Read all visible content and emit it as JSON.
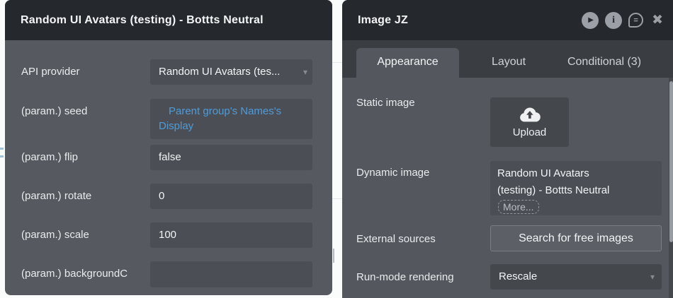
{
  "left_panel": {
    "title": "Random UI Avatars (testing) - Bottts Neutral",
    "fields": [
      {
        "label": "API provider",
        "value": "Random UI Avatars (tes...",
        "type": "dropdown"
      },
      {
        "label": "(param.) seed",
        "value": "Parent group's Names's Display",
        "type": "dynamic-expression"
      },
      {
        "label": "(param.) flip",
        "value": "false",
        "type": "text"
      },
      {
        "label": "(param.) rotate",
        "value": "0",
        "type": "text"
      },
      {
        "label": "(param.) scale",
        "value": "100",
        "type": "text"
      },
      {
        "label": "(param.) backgroundC",
        "value": "",
        "type": "text"
      }
    ]
  },
  "right_panel": {
    "title": "Image JZ",
    "header_icons": [
      {
        "name": "play-icon",
        "glyph": "▶"
      },
      {
        "name": "info-icon",
        "glyph": "i"
      },
      {
        "name": "comment-icon",
        "glyph": "="
      },
      {
        "name": "close-icon",
        "glyph": "✖"
      }
    ],
    "tabs": [
      {
        "label": "Appearance",
        "active": true
      },
      {
        "label": "Layout",
        "active": false
      },
      {
        "label": "Conditional (3)",
        "active": false
      }
    ],
    "sections": {
      "static_image": {
        "label": "Static image",
        "upload_label": "Upload"
      },
      "dynamic_image": {
        "label": "Dynamic image",
        "value": "Random UI Avatars (testing) - Bottts Neutral",
        "more_label": "More..."
      },
      "external_sources": {
        "label": "External sources",
        "button_label": "Search for free images"
      },
      "run_mode": {
        "label": "Run-mode rendering",
        "value": "Rescale"
      }
    }
  },
  "colors": {
    "header_bg": "#25292d",
    "panel_bg": "#565a60",
    "field_bg": "#4b4f55",
    "control_bg": "#44484d",
    "tabbar_bg": "#3a3e43",
    "accent_blue": "#4f9bd8",
    "icon_gray": "#9aa0a6",
    "page_bg": "#fafbfb"
  }
}
